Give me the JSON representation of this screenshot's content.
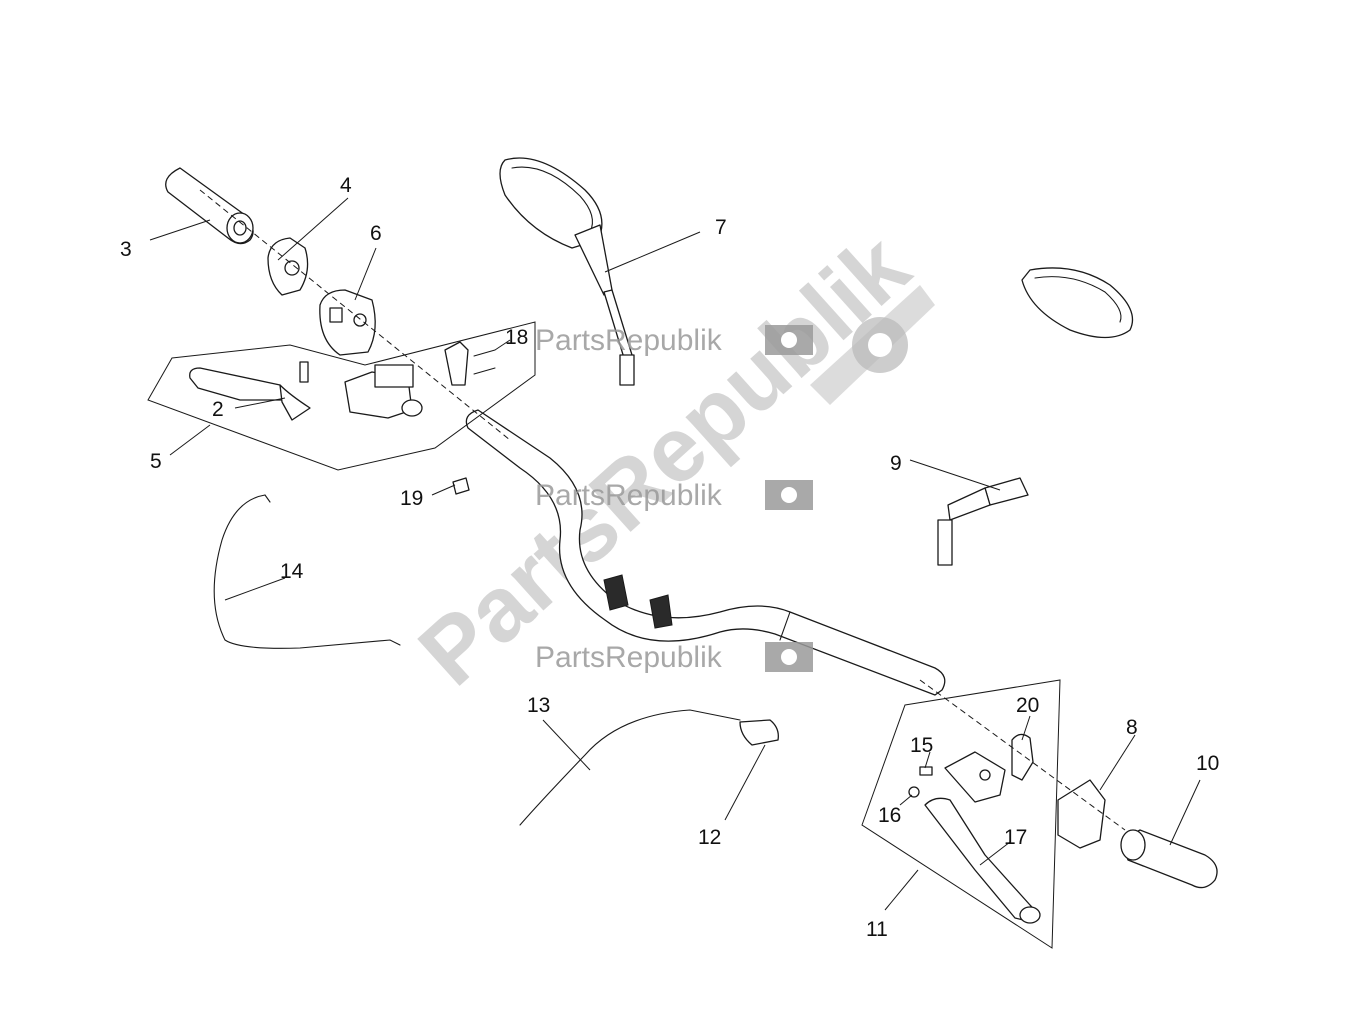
{
  "watermark": {
    "text": "PartsRepublik",
    "big_text": "PartsRepublik",
    "icon": "gear-icon",
    "color": "#9a9a9a"
  },
  "callouts": {
    "c2": "2",
    "c3": "3",
    "c4": "4",
    "c5": "5",
    "c6": "6",
    "c7": "7",
    "c8": "8",
    "c9": "9",
    "c10": "10",
    "c11": "11",
    "c12": "12",
    "c13": "13",
    "c14": "14",
    "c15": "15",
    "c16": "16",
    "c17": "17",
    "c18": "18",
    "c19": "19",
    "c20": "20"
  }
}
